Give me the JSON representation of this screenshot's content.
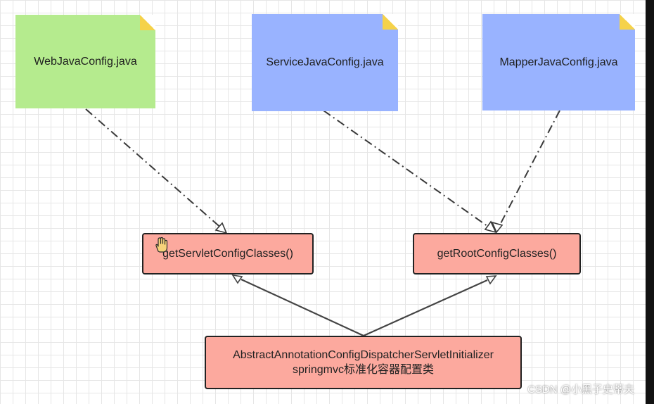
{
  "notes": {
    "web": {
      "label": "WebJavaConfig.java",
      "color": "#b5eb8e"
    },
    "service": {
      "label": "ServiceJavaConfig.java",
      "color": "#99b3ff"
    },
    "mapper": {
      "label": "MapperJavaConfig.java",
      "color": "#99b3ff"
    }
  },
  "methods": {
    "servlet": "getServletConfigClasses()",
    "root": "getRootConfigClasses()"
  },
  "initializer": {
    "class_name": "AbstractAnnotationConfigDispatcherServletInitializer",
    "subtitle": "springmvc标准化容器配置类"
  },
  "colors": {
    "box_fill": "#fca99e",
    "fold": "#f5d24a"
  },
  "watermark": "CSDN @小黑子史蒂夫"
}
